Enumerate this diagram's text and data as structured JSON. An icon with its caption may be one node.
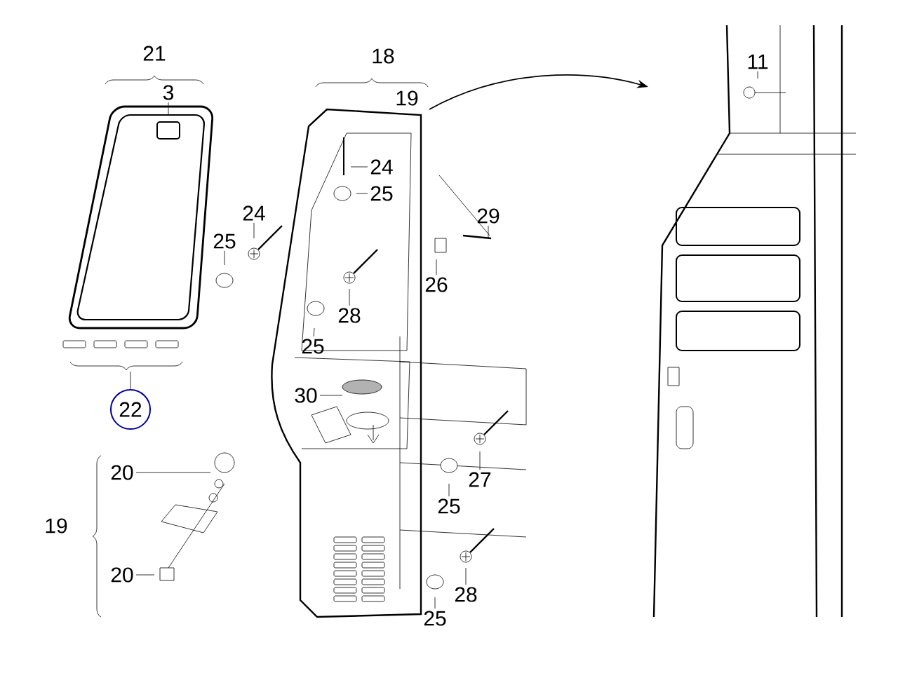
{
  "diagram": {
    "nodes": [
      {
        "text": [
          "3"
        ]
      },
      {
        "text": [
          "22"
        ]
      },
      {
        "text": [
          "20"
        ]
      },
      {
        "text": [
          "20"
        ]
      },
      {
        "text": [
          "24"
        ]
      },
      {
        "text": [
          "25"
        ]
      },
      {
        "text": [
          "24"
        ]
      },
      {
        "text": [
          "25"
        ]
      },
      {
        "text": [
          "29"
        ]
      },
      {
        "text": [
          "26"
        ]
      },
      {
        "text": [
          "28"
        ]
      },
      {
        "text": [
          "25"
        ]
      },
      {
        "text": [
          "30"
        ]
      },
      {
        "text": [
          "27"
        ]
      },
      {
        "text": [
          "25"
        ]
      },
      {
        "text": [
          "28"
        ]
      },
      {
        "text": [
          "25"
        ]
      },
      {
        "text": [
          "11"
        ]
      }
    ],
    "edges": [
      {
        "from": 0,
        "to": null,
        "arrow": "none"
      },
      {
        "from": 1,
        "to": null,
        "arrow": "none"
      },
      {
        "from": 2,
        "to": null,
        "arrow": "none"
      },
      {
        "from": 3,
        "to": null,
        "arrow": "none"
      },
      {
        "from": 4,
        "to": null,
        "arrow": "none"
      },
      {
        "from": 5,
        "to": null,
        "arrow": "none"
      },
      {
        "from": 6,
        "to": null,
        "arrow": "none"
      },
      {
        "from": 7,
        "to": null,
        "arrow": "none"
      },
      {
        "from": 8,
        "to": null,
        "arrow": "none"
      },
      {
        "from": 9,
        "to": null,
        "arrow": "none"
      },
      {
        "from": 10,
        "to": null,
        "arrow": "none"
      },
      {
        "from": 11,
        "to": null,
        "arrow": "none"
      },
      {
        "from": 12,
        "to": null,
        "arrow": "none"
      },
      {
        "from": 13,
        "to": null,
        "arrow": "none"
      },
      {
        "from": 14,
        "to": null,
        "arrow": "none"
      },
      {
        "from": 15,
        "to": null,
        "arrow": "none"
      },
      {
        "from": 16,
        "to": null,
        "arrow": "none"
      },
      {
        "from": 17,
        "to": null,
        "arrow": "none"
      }
    ],
    "labels": [
      "21",
      "18",
      "19",
      "19"
    ]
  }
}
